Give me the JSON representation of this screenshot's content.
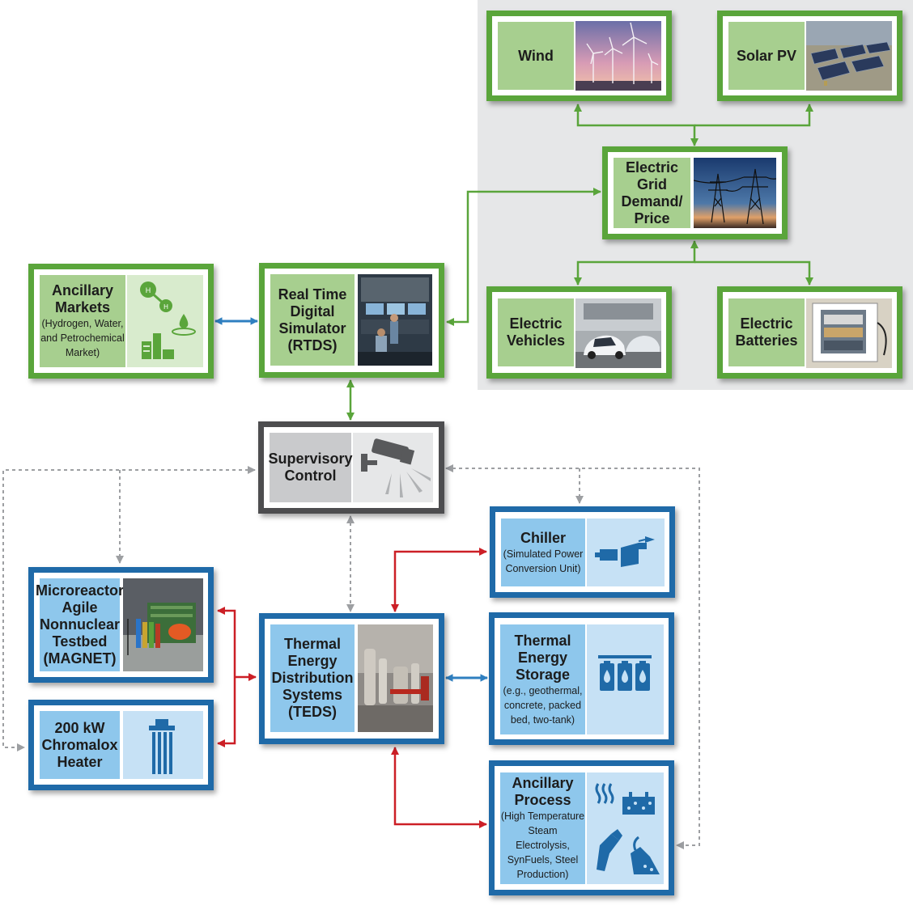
{
  "nodes": {
    "wind": {
      "title": "Wind",
      "image": "wind-turbines-photo"
    },
    "solar": {
      "title": "Solar PV",
      "image": "solar-panels-photo"
    },
    "grid": {
      "title": "Electric Grid Demand/ Price",
      "image": "transmission-towers-photo"
    },
    "ev": {
      "title": "Electric Vehicles",
      "image": "electric-cars-photo"
    },
    "batteries": {
      "title": "Electric Batteries",
      "image": "battery-container-photo"
    },
    "ancillary_markets": {
      "title": "Ancillary Markets",
      "subtitle": "(Hydrogen, Water, and Petrochemical Market)",
      "image": "hydrogen-water-industry-icon"
    },
    "rtds": {
      "title": "Real Time Digital Simulator (RTDS)",
      "image": "control-room-photo"
    },
    "supervisory": {
      "title": "Supervisory Control",
      "image": "security-camera-icon"
    },
    "chiller": {
      "title": "Chiller",
      "subtitle": "(Simulated Power Conversion Unit)",
      "image": "power-conversion-icon"
    },
    "magnet": {
      "title": "Microreactor Agile Nonnuclear Testbed (MAGNET)",
      "image": "testbed-render"
    },
    "teds": {
      "title": "Thermal Energy Distribution Systems (TEDS)",
      "image": "teds-facility-photo"
    },
    "storage": {
      "title": "Thermal Energy Storage",
      "subtitle": "(e.g., geothermal, concrete, packed bed, two-tank)",
      "image": "thermal-tanks-icon"
    },
    "heater": {
      "title": "200 kW Chromalox Heater",
      "image": "heater-icon"
    },
    "ancillary_process": {
      "title": "Ancillary Process",
      "subtitle": "(High Temperature Steam Electrolysis, SynFuels, Steel Production)",
      "image": "process-fuel-steel-icon"
    }
  },
  "colors": {
    "electric": "#5aa53b",
    "market": "#2f7fc0",
    "thermal": "#cc1f26",
    "control": "#9d9fa2"
  }
}
